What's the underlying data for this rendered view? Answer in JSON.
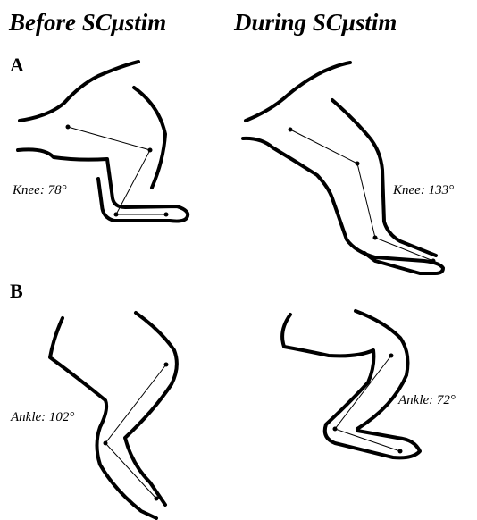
{
  "headers": {
    "before": "Before SCμstim",
    "during": "During SCμstim"
  },
  "panels": {
    "a": {
      "label": "A",
      "before_angle": "Knee: 78°",
      "during_angle": "Knee: 133°"
    },
    "b": {
      "label": "B",
      "before_angle": "Ankle: 102°",
      "during_angle": "Ankle: 72°"
    }
  },
  "colors": {
    "ink": "#000000",
    "background": "#ffffff"
  }
}
